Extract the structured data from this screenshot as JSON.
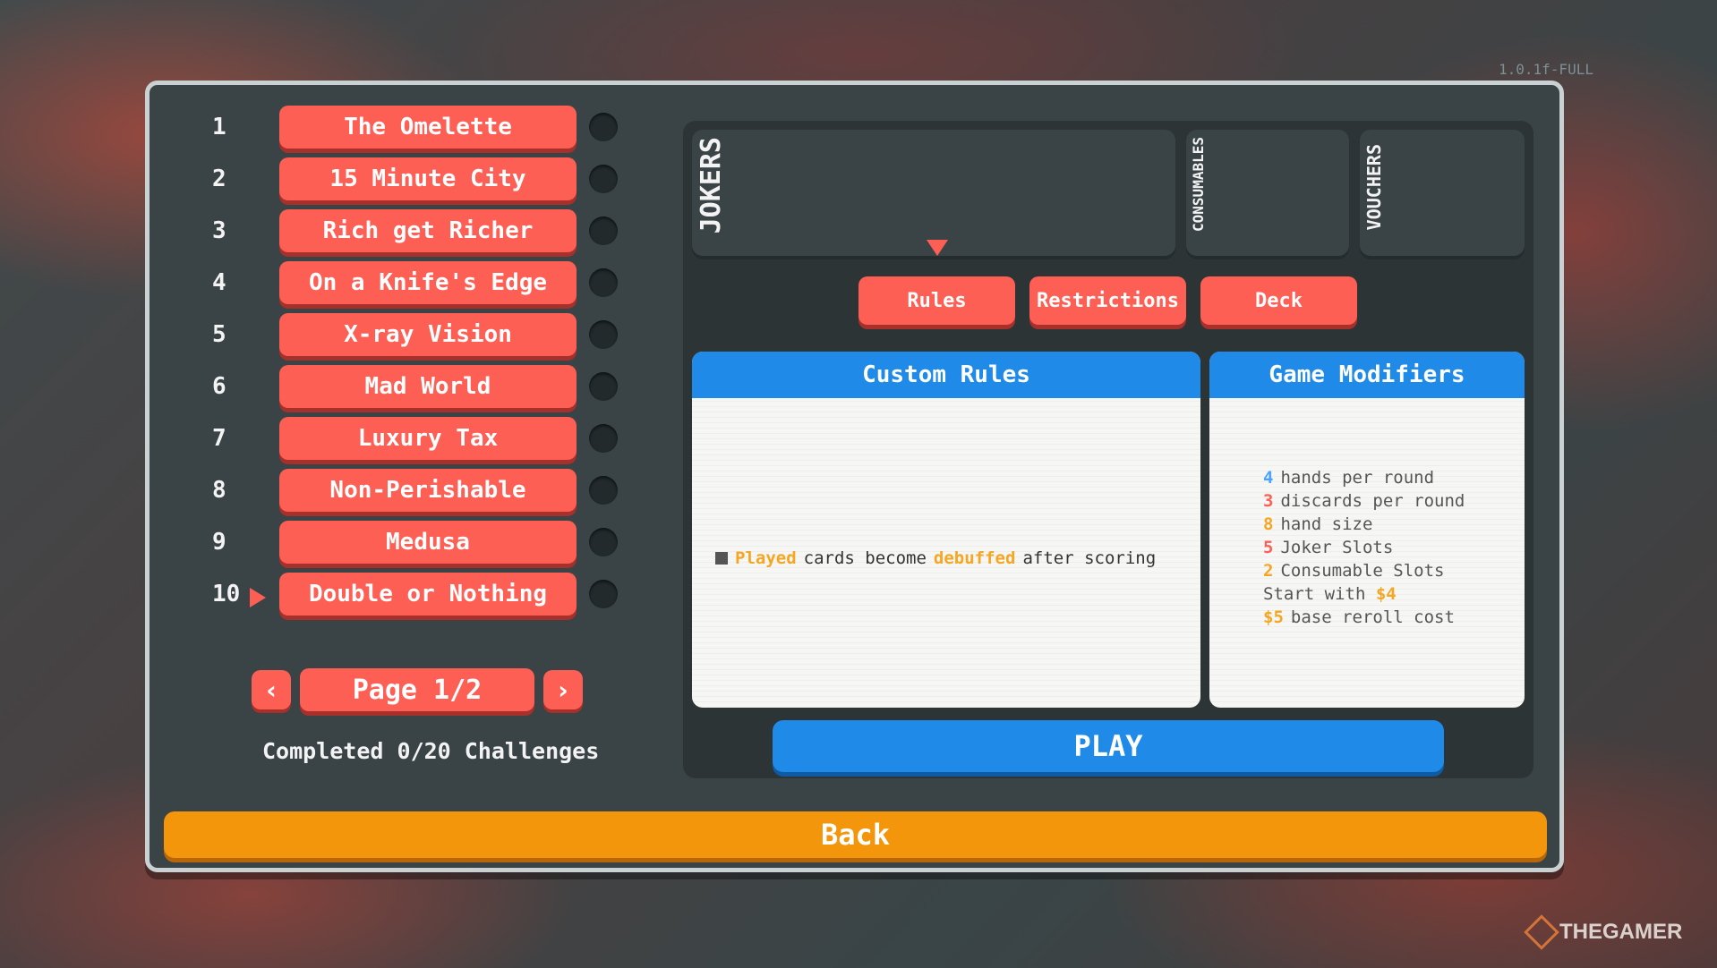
{
  "version": "1.0.1f-FULL",
  "watermark": "THEGAMER",
  "challenges": [
    {
      "num": "1",
      "name": "The Omelette"
    },
    {
      "num": "2",
      "name": "15 Minute City"
    },
    {
      "num": "3",
      "name": "Rich get Richer"
    },
    {
      "num": "4",
      "name": "On a Knife's Edge"
    },
    {
      "num": "5",
      "name": "X-ray Vision"
    },
    {
      "num": "6",
      "name": "Mad World"
    },
    {
      "num": "7",
      "name": "Luxury Tax"
    },
    {
      "num": "8",
      "name": "Non-Perishable"
    },
    {
      "num": "9",
      "name": "Medusa"
    },
    {
      "num": "10",
      "name": "Double or Nothing"
    }
  ],
  "pager": {
    "prev": "‹",
    "label": "Page 1/2",
    "next": "›"
  },
  "completed": "Completed 0/20 Challenges",
  "slots": {
    "jokers": "JOKERS",
    "consumables": "CONSUMABLES",
    "vouchers": "VOUCHERS"
  },
  "tabs": {
    "rules": "Rules",
    "restrictions": "Restrictions",
    "deck": "Deck"
  },
  "custom_rules": {
    "title": "Custom Rules",
    "rule": {
      "w1": "Played",
      "w2": "cards become",
      "w3": "debuffed",
      "w4": "after scoring"
    }
  },
  "game_modifiers": {
    "title": "Game Modifiers",
    "items": [
      {
        "value": "4",
        "text": "hands per round",
        "color": "#4aa3ff"
      },
      {
        "value": "3",
        "text": "discards per round",
        "color": "#fe5f55"
      },
      {
        "value": "8",
        "text": "hand size",
        "color": "#f5a623"
      },
      {
        "value": "5",
        "text": "Joker Slots",
        "color": "#fe5f55"
      },
      {
        "value": "2",
        "text": "Consumable Slots",
        "color": "#f5a623"
      }
    ],
    "start_money_prefix": "Start with",
    "start_money": "$4",
    "reroll_value": "$5",
    "reroll_text": "base reroll cost"
  },
  "play": "PLAY",
  "back": "Back",
  "colors": {
    "red": "#fe5f55",
    "blue": "#1f8ae8",
    "orange": "#f3960c",
    "money": "#f5a623"
  }
}
